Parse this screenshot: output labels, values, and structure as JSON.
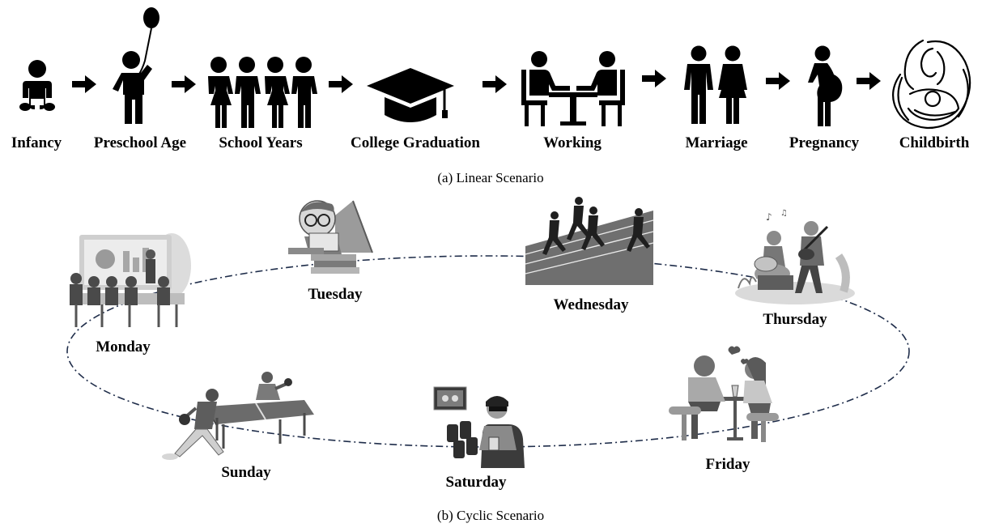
{
  "linear": {
    "caption": "(a) Linear Scenario",
    "stages": [
      {
        "label": "Infancy",
        "icon": "baby-icon"
      },
      {
        "label": "Preschool Age",
        "icon": "child-with-balloon-icon"
      },
      {
        "label": "School Years",
        "icon": "group-of-children-icon"
      },
      {
        "label": "College Graduation",
        "icon": "graduation-cap-icon"
      },
      {
        "label": "Working",
        "icon": "office-desk-icon"
      },
      {
        "label": "Marriage",
        "icon": "couple-icon"
      },
      {
        "label": "Pregnancy",
        "icon": "pregnant-woman-icon"
      },
      {
        "label": "Childbirth",
        "icon": "mother-and-baby-icon"
      }
    ],
    "arrow_icon": "right-arrow-icon"
  },
  "cyclic": {
    "caption": "(b) Cyclic Scenario",
    "days": [
      {
        "label": "Monday",
        "scene": "business-meeting"
      },
      {
        "label": "Tuesday",
        "scene": "boy-reading-books"
      },
      {
        "label": "Wednesday",
        "scene": "people-running-on-track"
      },
      {
        "label": "Thursday",
        "scene": "musicians-playing-guitar"
      },
      {
        "label": "Friday",
        "scene": "couple-at-cafe-date"
      },
      {
        "label": "Saturday",
        "scene": "man-in-cinema"
      },
      {
        "label": "Sunday",
        "scene": "table-tennis-players"
      }
    ]
  }
}
